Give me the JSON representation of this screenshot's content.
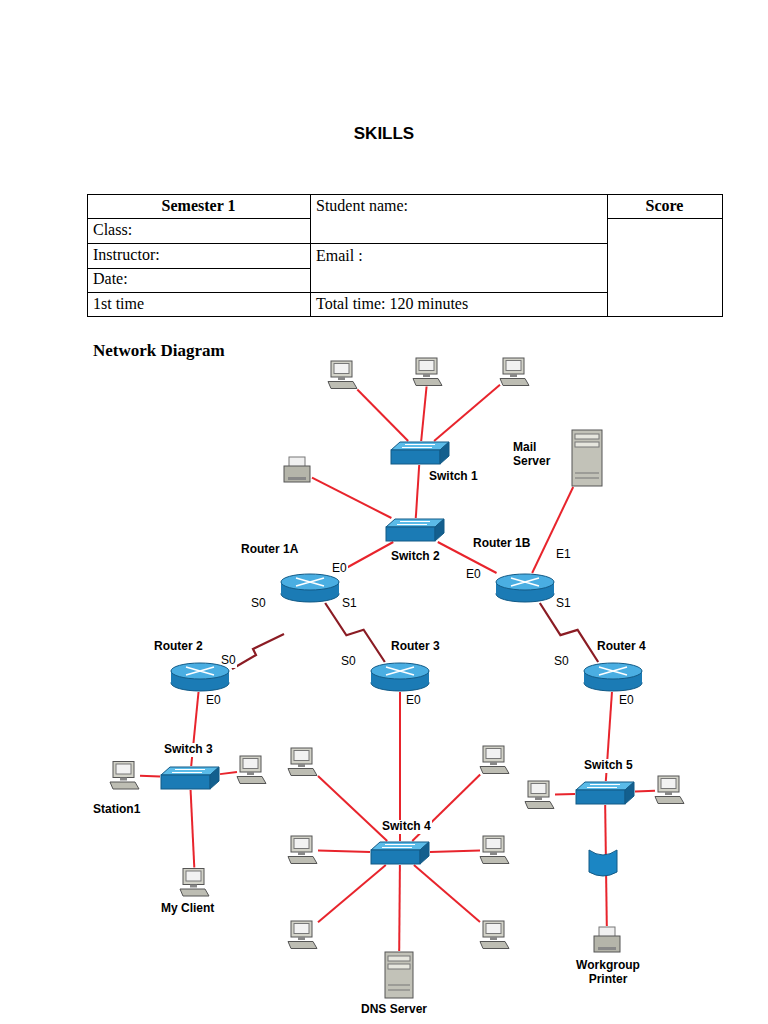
{
  "diagram": {
    "title": "SKILLS",
    "nodes": [
      {
        "text": [
          "Mail Server"
        ]
      },
      {
        "text": [
          "Switch 1"
        ]
      },
      {
        "text": [
          "Router 1A"
        ]
      },
      {
        "text": [
          "Switch 2"
        ]
      },
      {
        "text": [
          "Router 1B"
        ]
      },
      {
        "text": [
          "Router 2"
        ]
      },
      {
        "text": [
          "Router 3"
        ]
      },
      {
        "text": [
          "Router 4"
        ]
      },
      {
        "text": [
          "Switch 3"
        ]
      },
      {
        "text": [
          "Switch 5"
        ]
      },
      {
        "text": [
          "Station1"
        ]
      },
      {
        "text": [
          "Switch 4"
        ]
      },
      {
        "text": [
          "My Client"
        ]
      },
      {
        "text": [
          "DNS Server"
        ]
      },
      {
        "text": [
          "Workgroup Printer"
        ]
      }
    ],
    "edges": [
      {
        "from": 1,
        "to": 3,
        "arrow": "none"
      },
      {
        "from": 3,
        "to": 2,
        "arrow": "none"
      },
      {
        "from": 3,
        "to": 4,
        "arrow": "none"
      },
      {
        "from": 4,
        "to": 0,
        "arrow": "none"
      },
      {
        "from": 2,
        "to": 6,
        "arrow": "none"
      },
      {
        "from": 4,
        "to": 7,
        "arrow": "none"
      },
      {
        "from": 5,
        "to": 8,
        "arrow": "none"
      },
      {
        "from": 8,
        "to": 10,
        "arrow": "none"
      },
      {
        "from": 8,
        "to": 12,
        "arrow": "none"
      },
      {
        "from": 6,
        "to": 11,
        "arrow": "none"
      },
      {
        "from": 11,
        "to": 13,
        "arrow": "none"
      },
      {
        "from": 7,
        "to": 9,
        "arrow": "none"
      },
      {
        "from": 9,
        "to": 14,
        "arrow": "none"
      }
    ],
    "labels": [
      "Semester 1",
      "Student name:",
      "Score",
      "Class:",
      "Instructor:",
      "Email :",
      "Date:",
      "1st time",
      "Total time: 120 minutes",
      "Network Diagram",
      "E0",
      "S0",
      "S1",
      "E0",
      "E1",
      "S1",
      "S0",
      "E0",
      "S0",
      "E0",
      "S0",
      "E0"
    ]
  }
}
